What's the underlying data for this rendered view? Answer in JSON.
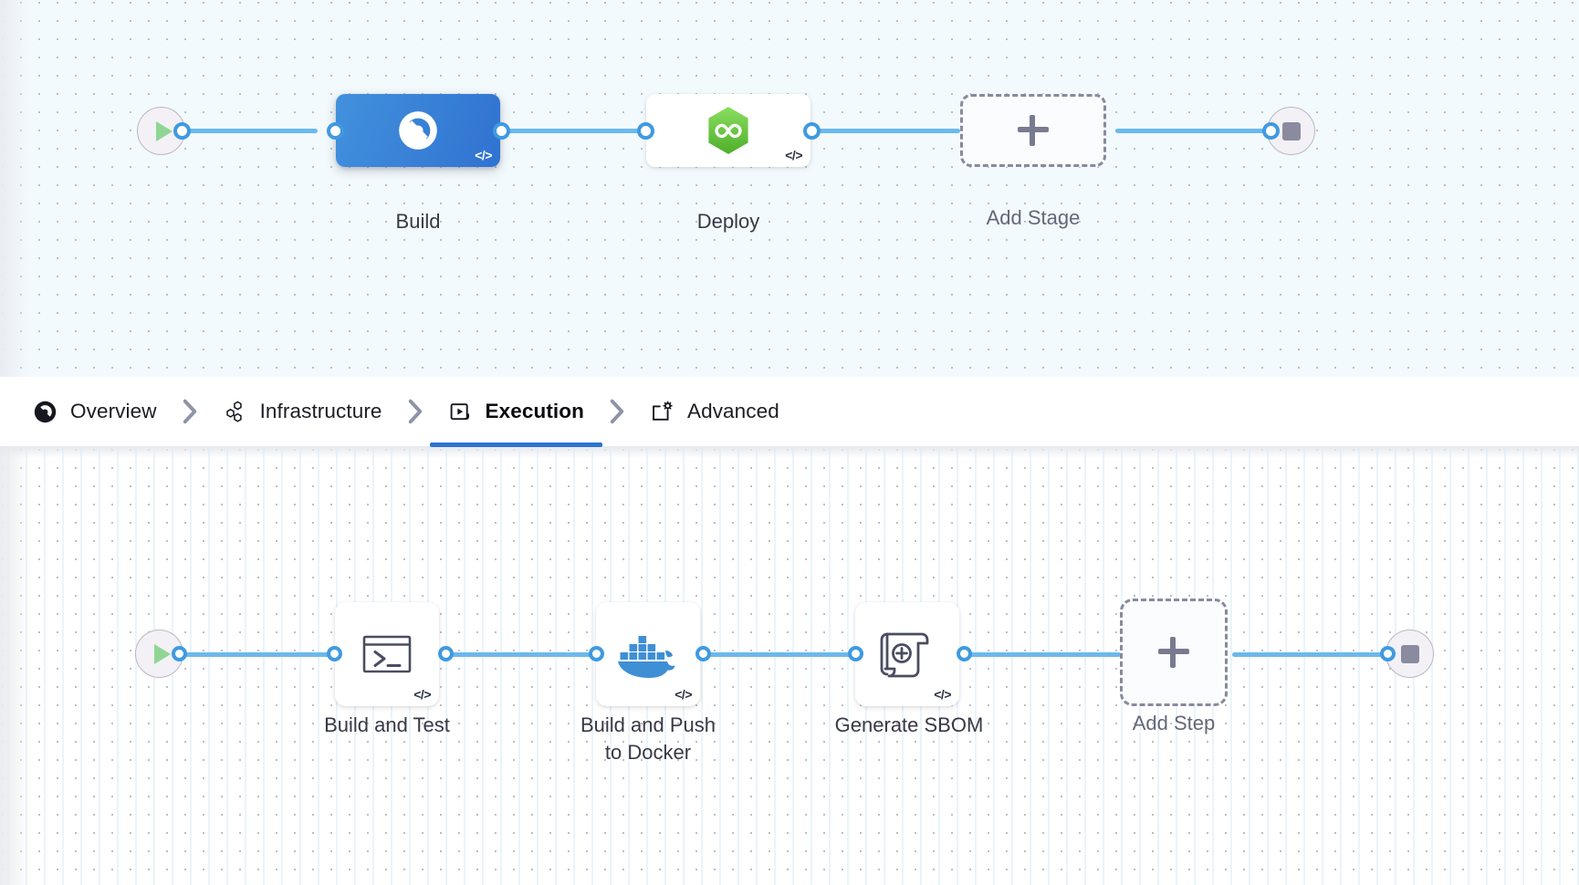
{
  "stage_graph": {
    "start_node": {
      "name": "pipeline-start",
      "icon": "play-icon"
    },
    "end_node": {
      "name": "pipeline-end",
      "icon": "stop-icon"
    },
    "stages": [
      {
        "label": "Build",
        "icon": "harness-ci-icon",
        "selected": true,
        "code_badge": "</>"
      },
      {
        "label": "Deploy",
        "icon": "harness-cd-hexagon-icon",
        "selected": false,
        "code_badge": "</>"
      }
    ],
    "add_stage": {
      "label": "Add Stage",
      "icon": "plus-icon"
    }
  },
  "tabs": [
    {
      "label": "Overview",
      "icon": "harness-overview-icon",
      "active": false
    },
    {
      "label": "Infrastructure",
      "icon": "hexagon-cluster-icon",
      "active": false
    },
    {
      "label": "Execution",
      "icon": "play-box-icon",
      "active": true
    },
    {
      "label": "Advanced",
      "icon": "card-gear-icon",
      "active": false
    }
  ],
  "tab_separator_icon": "chevron-right-icon",
  "step_graph": {
    "start_node": {
      "name": "execution-start",
      "icon": "play-icon"
    },
    "end_node": {
      "name": "execution-end",
      "icon": "stop-icon"
    },
    "steps": [
      {
        "label": "Build and Test",
        "icon": "terminal-icon",
        "code_badge": "</>"
      },
      {
        "label": "Build and Push\nto Docker",
        "icon": "docker-whale-icon",
        "code_badge": "</>"
      },
      {
        "label": "Generate SBOM",
        "icon": "scroll-plus-icon",
        "code_badge": "</>"
      }
    ],
    "add_step": {
      "label": "Add Step",
      "icon": "plus-icon"
    }
  },
  "colors": {
    "accent_blue": "#2d72d2",
    "pipe_blue": "#6cb9ec",
    "port_blue": "#3f9ae0",
    "selected_stage": "#3072d1",
    "deploy_green": "#6fcf4a",
    "docker_blue": "#3f8fd5",
    "start_green": "#8fd694",
    "stop_gray": "#8a8b9e",
    "label_text": "#383946",
    "muted_text": "#646779",
    "dashed_border": "#878a9e",
    "stage_canvas_bg": "#f3fafd",
    "step_canvas_bg": "#ffffff"
  }
}
